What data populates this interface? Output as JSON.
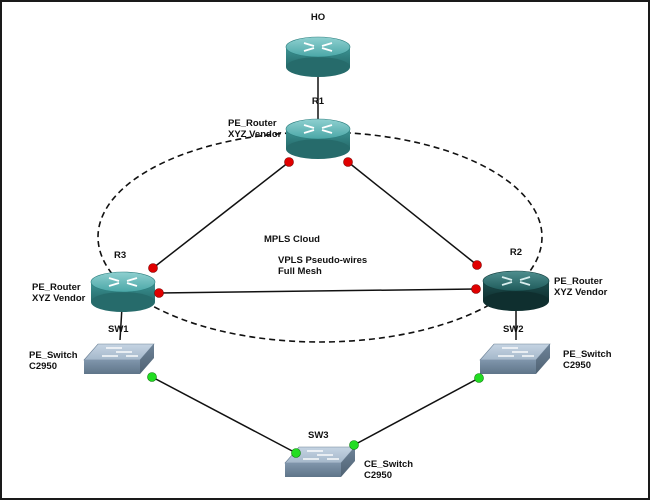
{
  "devices": {
    "ho": {
      "name": "HO"
    },
    "r1": {
      "name": "R1",
      "role": "PE_Router",
      "vendor": "XYZ Vendor"
    },
    "r2": {
      "name": "R2",
      "role": "PE_Router",
      "vendor": "XYZ Vendor"
    },
    "r3": {
      "name": "R3",
      "role": "PE_Router",
      "vendor": "XYZ Vendor"
    },
    "sw1": {
      "name": "SW1",
      "role": "PE_Switch",
      "model": "C2950"
    },
    "sw2": {
      "name": "SW2",
      "role": "PE_Switch",
      "model": "C2950"
    },
    "sw3": {
      "name": "SW3",
      "role": "CE_Switch",
      "model": "C2950"
    }
  },
  "cloud": {
    "title": "MPLS Cloud",
    "line1": "VPLS Pseudo-wires",
    "line2": "Full Mesh"
  },
  "colors": {
    "router": "#3f9b9b",
    "router_dark": "#1f5c5c",
    "switch": "#9fb3c8",
    "core_endpoint": "#e00000",
    "access_endpoint": "#22dd22",
    "link": "#111111"
  }
}
